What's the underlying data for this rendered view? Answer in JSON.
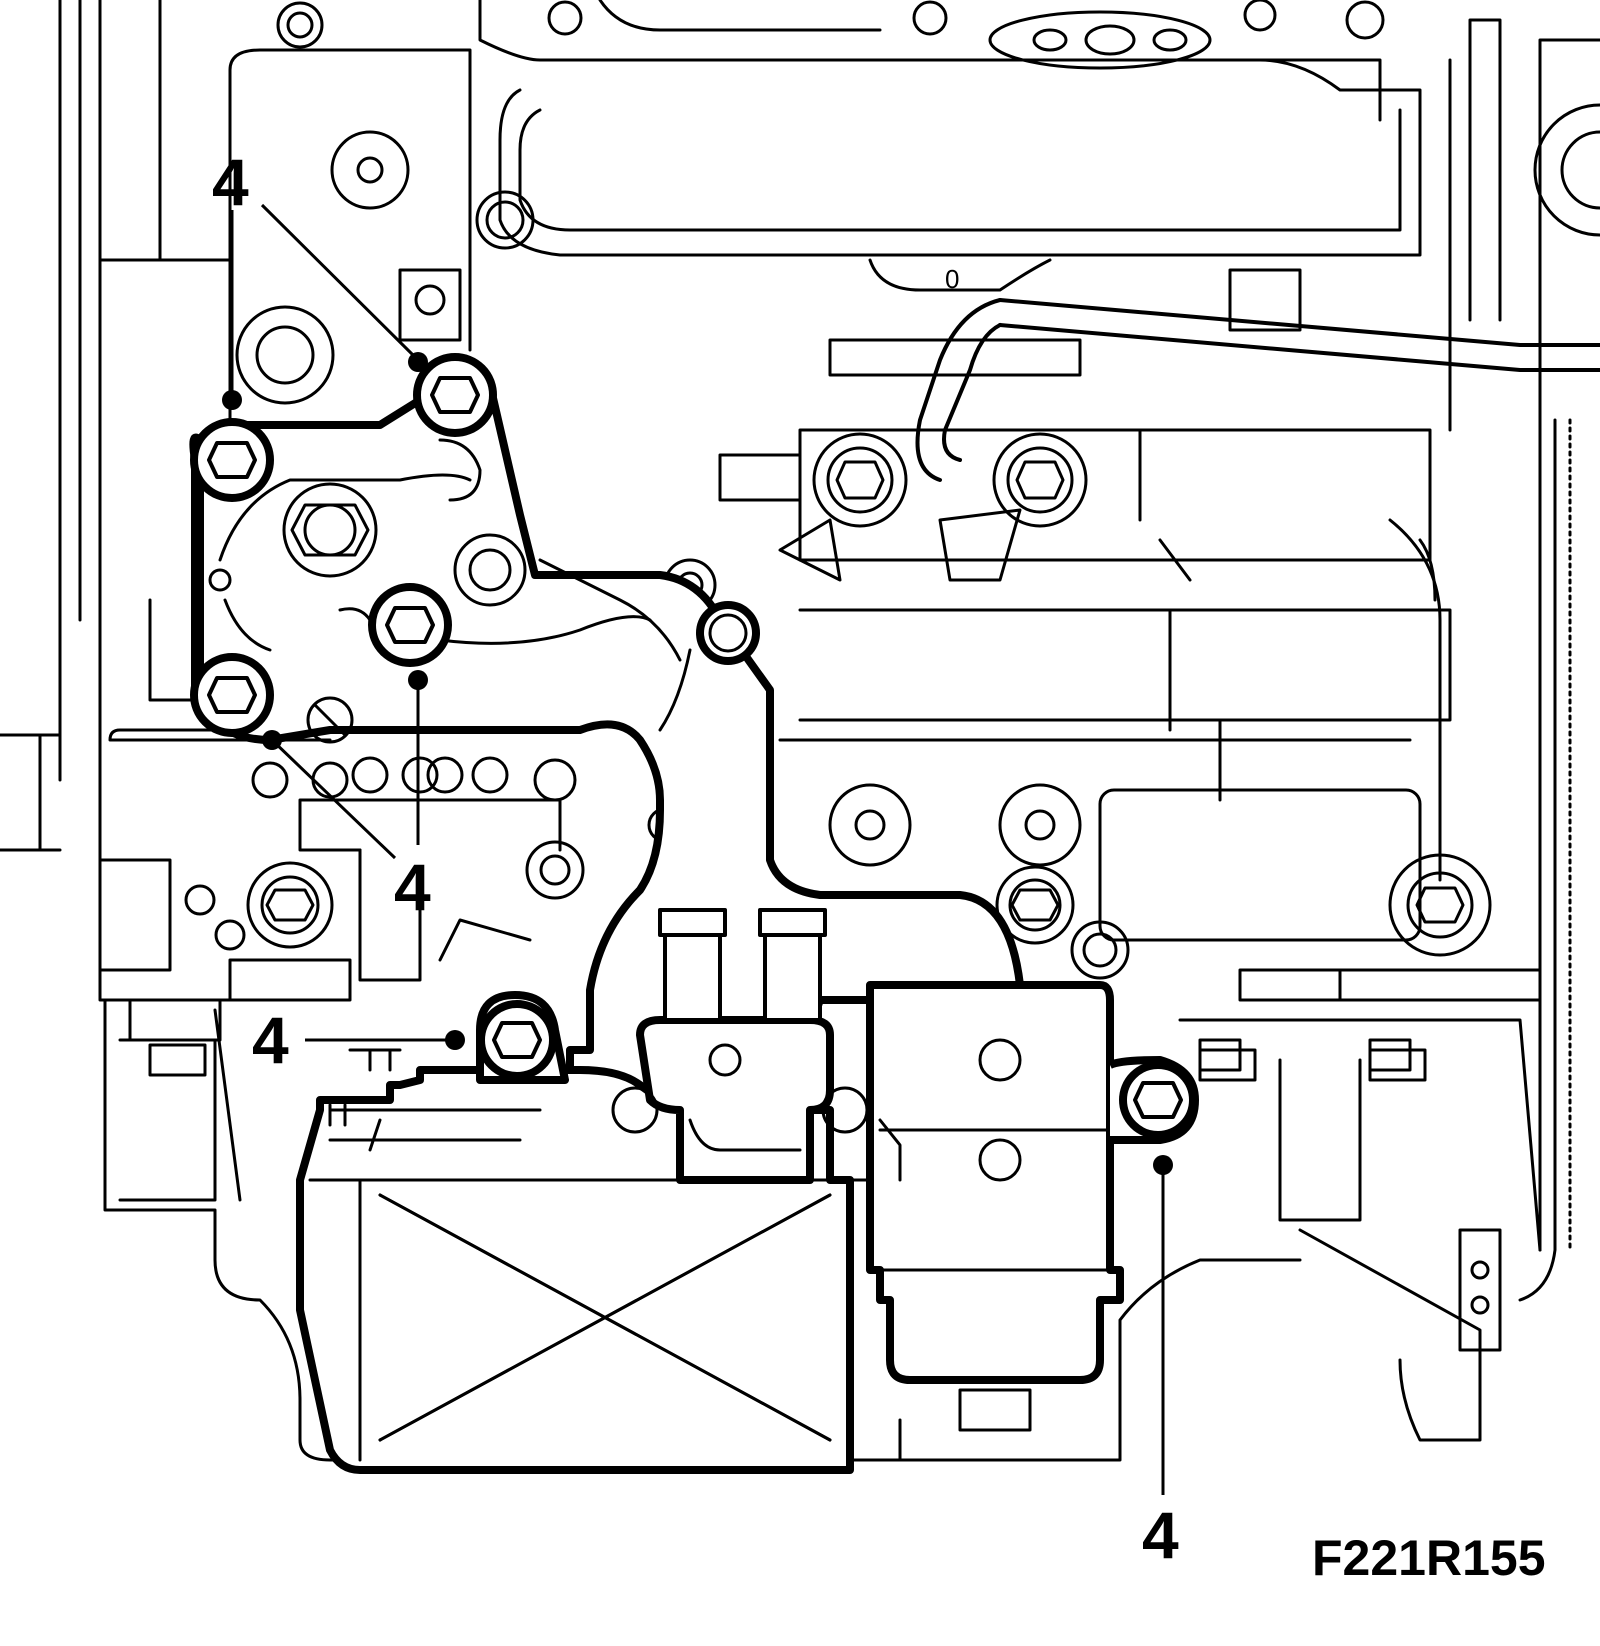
{
  "figure": {
    "id_label": "F221R155"
  },
  "callouts": [
    {
      "key": "top-left-pair",
      "text": "4"
    },
    {
      "key": "center-group",
      "text": "4"
    },
    {
      "key": "left-lower",
      "text": "4"
    },
    {
      "key": "bottom-right",
      "text": "4"
    }
  ],
  "colors": {
    "line": "#000000",
    "background": "#ffffff"
  }
}
